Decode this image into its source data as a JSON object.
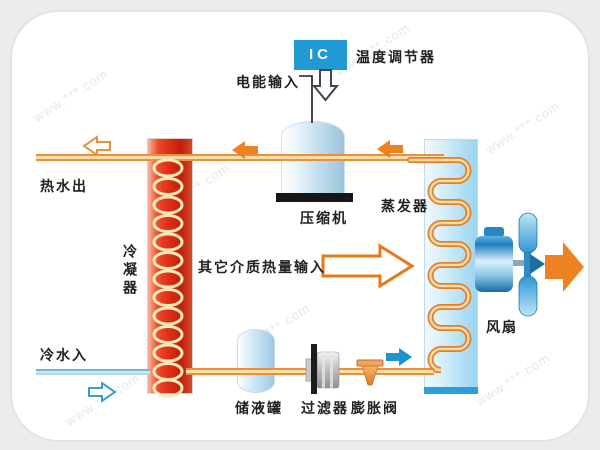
{
  "watermark": "www.***.com",
  "controller": {
    "chip": "IC",
    "label": "温度调节器"
  },
  "labels": {
    "electric_input": "电能输入",
    "compressor": "压缩机",
    "evaporator": "蒸发器",
    "condenser": "冷凝器",
    "hot_water_out": "热水出",
    "cold_water_in": "冷水入",
    "heat_input": "其它介质热量输入",
    "receiver": "储液罐",
    "filter": "过滤器",
    "expansion_valve": "膨胀阀",
    "fan": "风扇"
  },
  "colors": {
    "ic_blue": "#2099d5",
    "pipe_orange": "#e8913d",
    "arrow_orange": "#ee8122",
    "condenser_red": "#e03018",
    "evaporator_blue": "#9cd5f0",
    "cold_water_blue": "#74b6da"
  }
}
